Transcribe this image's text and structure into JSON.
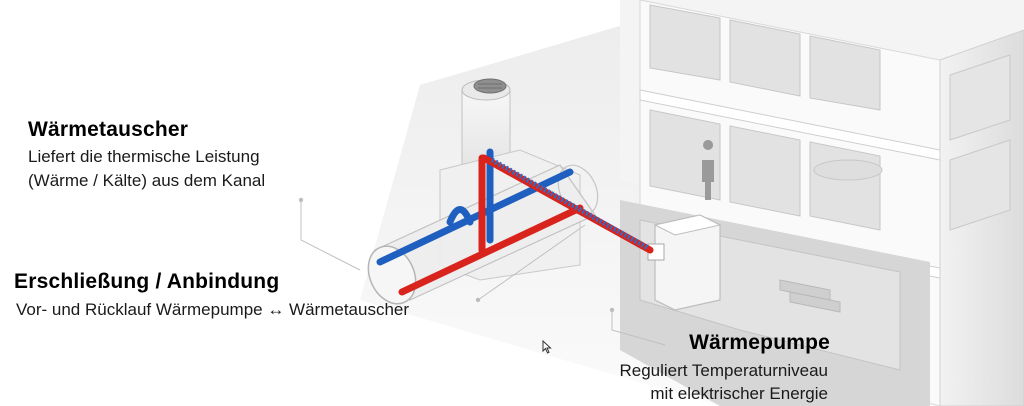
{
  "labels": {
    "heat_exchanger": {
      "title": "Wärmetauscher",
      "line1": "Liefert die thermische Leistung",
      "line2": "(Wärme / Kälte) aus dem Kanal"
    },
    "connection": {
      "title": "Erschließung / Anbindung",
      "line1": "Vor- und Rücklauf Wärmepumpe ↔ Wärmetauscher"
    },
    "heat_pump": {
      "title": "Wärmepumpe",
      "line1": "Reguliert Temperaturniveau",
      "line2": "mit elektrischer Energie"
    }
  },
  "colors": {
    "supply_pipe": "#d9231d",
    "return_pipe": "#1f5fbf",
    "structure": "#e6e6e6",
    "structure_shadow": "#c9c9c9"
  },
  "icons": {
    "cursor": "mouse-pointer-icon"
  }
}
